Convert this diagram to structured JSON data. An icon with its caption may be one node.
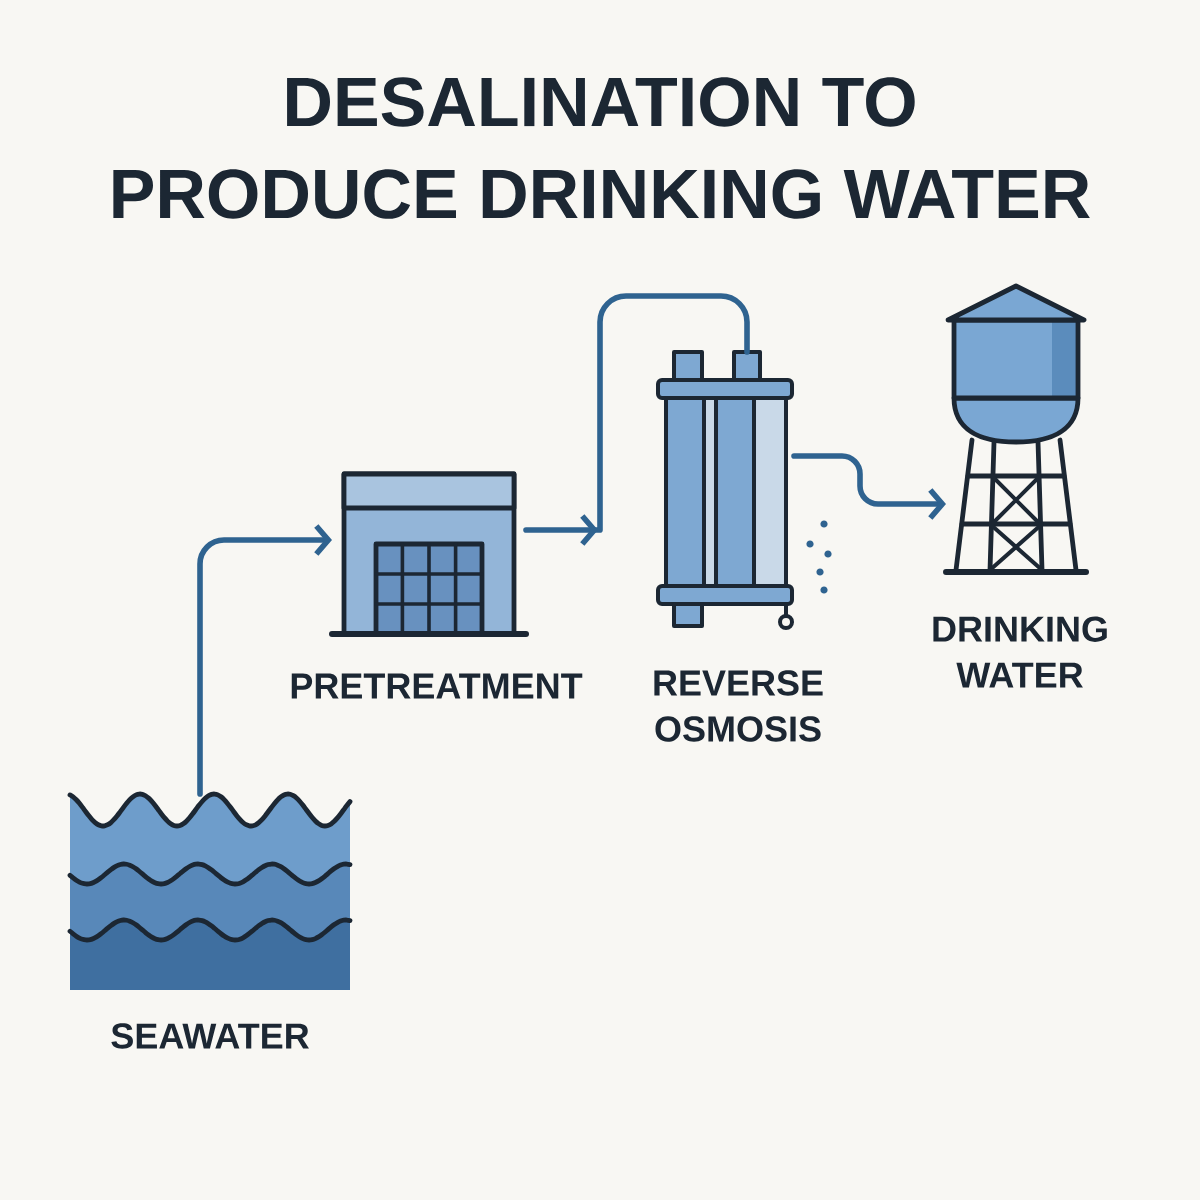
{
  "diagram": {
    "title": "DESALINATION TO PRODUCE DRINKING WATER",
    "nodes": [
      {
        "text": [
          "SEAWATER"
        ]
      },
      {
        "text": [
          "PRETREATMENT"
        ]
      },
      {
        "text": [
          "REVERSE OSMOSIS"
        ]
      },
      {
        "text": [
          "DRINKING WATER"
        ]
      }
    ],
    "edges": [
      {
        "from": 0,
        "to": 1,
        "arrow": "to"
      },
      {
        "from": 1,
        "to": 2,
        "arrow": "to"
      },
      {
        "from": 2,
        "to": 3,
        "arrow": "to"
      }
    ]
  }
}
